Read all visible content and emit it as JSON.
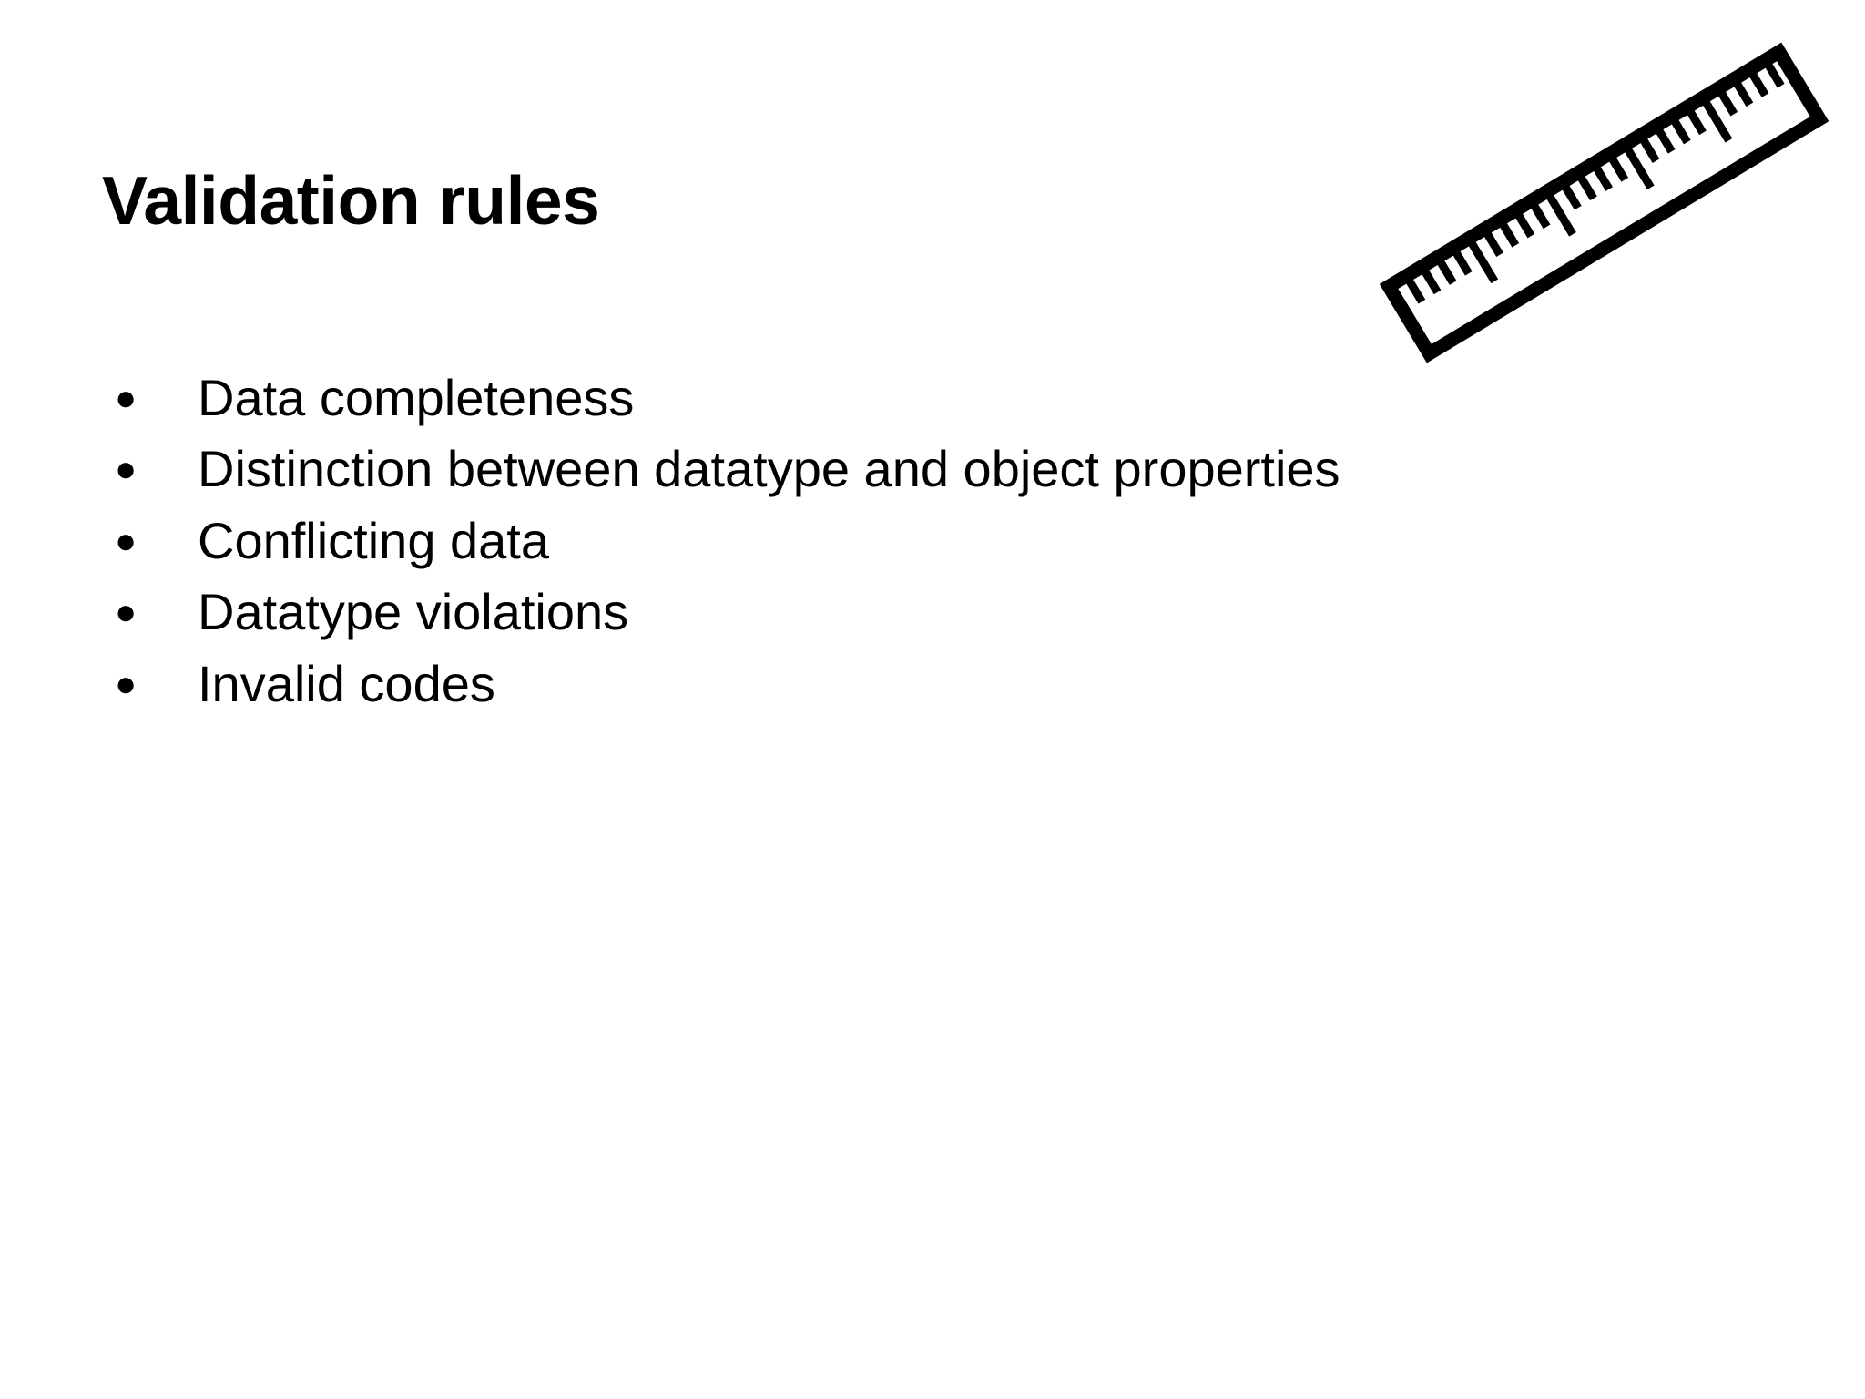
{
  "slide": {
    "title": "Validation rules",
    "background_color": "#ffffff",
    "text_color": "#000000",
    "bullet_glyph": "●",
    "bullets": [
      {
        "text": "Data completeness"
      },
      {
        "text": "Distinction between datatype and object properties"
      },
      {
        "text": "Conflicting data"
      },
      {
        "text": "Datatype violations"
      },
      {
        "text": "Invalid codes"
      }
    ],
    "decoration": {
      "icon": "ruler-icon",
      "description": "Tilted ruler illustration",
      "color": "#000000",
      "rotation_degrees": -31
    }
  }
}
